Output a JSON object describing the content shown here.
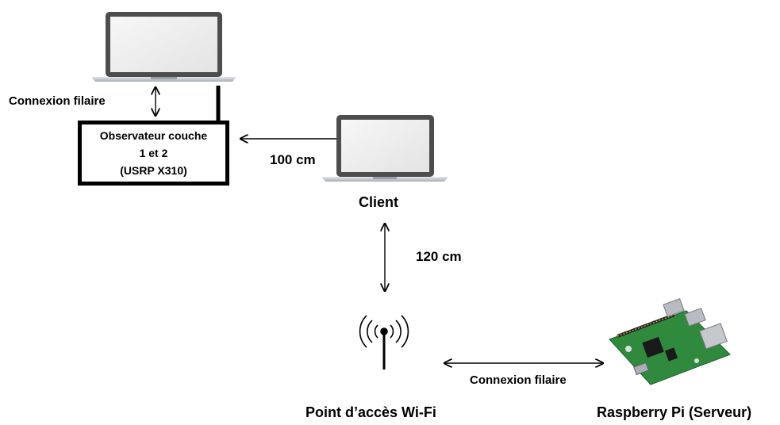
{
  "labels": {
    "wired_top": "Connexion filaire",
    "observer_line1": "Observateur couche",
    "observer_line2": "1 et 2",
    "observer_line3": "(USRP X310)",
    "distance_client": "100 cm",
    "client": "Client",
    "distance_ap": "120 cm",
    "wired_bottom": "Connexion filaire",
    "access_point": "Point d’accès Wi-Fi",
    "raspberry": "Raspberry Pi (Serveur)"
  },
  "icons": {
    "laptop_observer": "laptop-icon",
    "laptop_client": "laptop-icon",
    "wifi_ap": "wifi-antenna-icon",
    "raspberry": "raspberry-pi-board-icon"
  },
  "colors": {
    "line": "#000000",
    "laptop_frame": "#5a5a5a",
    "laptop_base": "#c8ccd2",
    "board": "#2e8b3c"
  }
}
